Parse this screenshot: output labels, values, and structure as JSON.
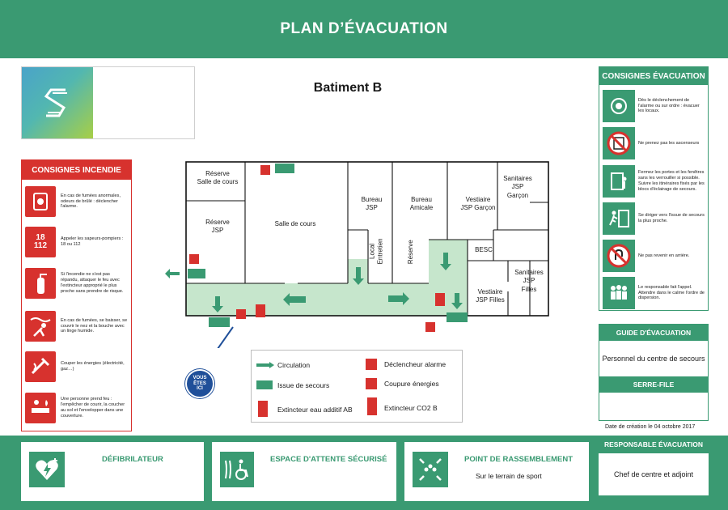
{
  "header": {
    "title": "PLAN D’ÉVACUATION"
  },
  "building": {
    "name": "Batiment B"
  },
  "colors": {
    "green": "#3a9a72",
    "red": "#d7322e",
    "corridor": "#c6e6cc",
    "blue": "#1f4f99"
  },
  "consignes_incendie": {
    "title": "CONSIGNES INCENDIE",
    "items": [
      {
        "icon": "alarm-button-icon",
        "text": "En cas de fumées anormales, odeurs de brûlé : déclencher l'alarme."
      },
      {
        "icon": "phone-icon",
        "badge": "18\n112",
        "text": "Appeler les sapeurs-pompiers : 18 ou 112"
      },
      {
        "icon": "extinguisher-icon",
        "text": "Si l'incendie ne s'est pas répandu, attaquer le feu avec l'extincteur approprié le plus proche sans prendre de risque."
      },
      {
        "icon": "smoke-crawl-icon",
        "text": "En cas de fumées, se baisser, se couvrir le nez et la bouche avec un linge humide."
      },
      {
        "icon": "power-cut-icon",
        "text": "Couper les énergies (électricité, gaz…)"
      },
      {
        "icon": "person-fire-icon",
        "text": "Une personne prend feu : l'empêcher de courir, la coucher au sol et l'envelopper dans une couverture."
      }
    ]
  },
  "consignes_evacuation": {
    "title": "CONSIGNES ÉVACUATION",
    "items": [
      {
        "icon": "siren-icon",
        "text": "Dès le déclenchement de l'alarme ou sur ordre : évacuer les locaux."
      },
      {
        "icon": "no-elevator-icon",
        "text": "Ne prenez pas les ascenseurs"
      },
      {
        "icon": "close-door-icon",
        "text": "Fermez les portes et les fenêtres sans les verrouiller si possible. Suivre les itinéraires fixés par les blocs d'éclairage de secours."
      },
      {
        "icon": "exit-icon",
        "text": "Se diriger vers l'issue de secours la plus proche."
      },
      {
        "icon": "no-return-icon",
        "text": "Ne pas revenir en arrière."
      },
      {
        "icon": "group-icon",
        "text": "Le responsable fait l'appel. Attendre dans le calme l'ordre de dispersion."
      }
    ]
  },
  "guide": {
    "title": "GUIDE D'ÉVACUATION",
    "value": "Personnel du centre de secours"
  },
  "serre_file": {
    "title": "SERRE-FILE",
    "value": ""
  },
  "date": "Date de création le 04 octobre 2017",
  "plan": {
    "rooms": {
      "reserve_salle": "Réserve\nSalle de cours",
      "salle_de_cours": "Salle de cours",
      "reserve_jsp": "Réserve\nJSP",
      "bureau_jsp": "Bureau\nJSP",
      "bureau_amicale": "Bureau\nAmicale",
      "local_entretien": "Local\nEntretien",
      "reserve": "Réserve",
      "vestiaire_garcon": "Vestiaire\nJSP Garçon",
      "sanitaires_garcon": "Sanitaires\nJSP\nGarçon",
      "besc": "BESC",
      "sanitaires_filles": "Sanitaires\nJSP\nFilles",
      "vestiaire_filles": "Vestiaire\nJSP Filles"
    },
    "you_are_here": "VOUS\nÊTES\nICI"
  },
  "legend": {
    "circulation": "Circulation",
    "issue": "Issue de secours",
    "extincteur_eau": "Extincteur eau additif AB",
    "alarme": "Déclencheur alarme",
    "coupure": "Coupure énergies",
    "co2": "Extincteur CO2 B"
  },
  "footer": {
    "defib": {
      "title": "DÉFIBRILATEUR",
      "icon": "defibrillator-icon"
    },
    "attente": {
      "title": "ESPACE D'ATTENTE SÉCURISÉ",
      "icon": "wheelchair-icon"
    },
    "rassemblement": {
      "title": "POINT DE RASSEMBLEMENT",
      "value": "Sur le terrain de sport",
      "icon": "assembly-point-icon"
    },
    "responsable": {
      "title": "RESPONSABLE ÉVACUATION",
      "value": "Chef de centre et adjoint"
    }
  }
}
